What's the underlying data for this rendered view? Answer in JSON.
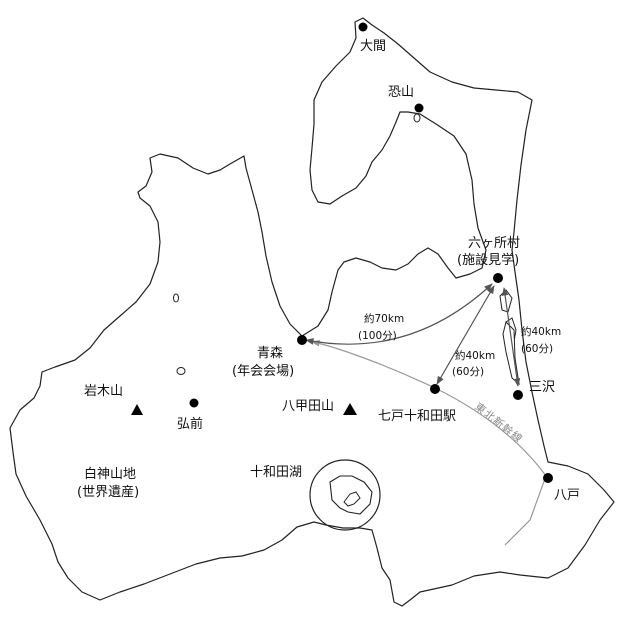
{
  "places": {
    "ooma": "大間",
    "osorezan": "恐山",
    "rokkasho_line1": "六ヶ所村",
    "rokkasho_line2": "(施設見学)",
    "aomori_line1": "青森",
    "aomori_line2": "(年会会場)",
    "shichinohe": "七戸十和田駅",
    "misawa": "三沢",
    "hachinohe": "八戸",
    "hirosaki": "弘前",
    "iwakisan": "岩木山",
    "hakkoda": "八甲田山",
    "towadako": "十和田湖",
    "shirakami_line1": "白神山地",
    "shirakami_line2": "(世界遺産)"
  },
  "routes": {
    "aomori_rokkasho_line1": "約70km",
    "aomori_rokkasho_line2": "(100分)",
    "shichinohe_rokkasho_line1": "約40km",
    "shichinohe_rokkasho_line2": "(60分)",
    "misawa_rokkasho_line1": "約40km",
    "misawa_rokkasho_line2": "(60分)"
  },
  "rail": {
    "name": "東北新幹線"
  },
  "colors": {
    "coast": "#222222",
    "road_arrow": "#555555",
    "rail": "#999999",
    "marker": "#000000"
  }
}
